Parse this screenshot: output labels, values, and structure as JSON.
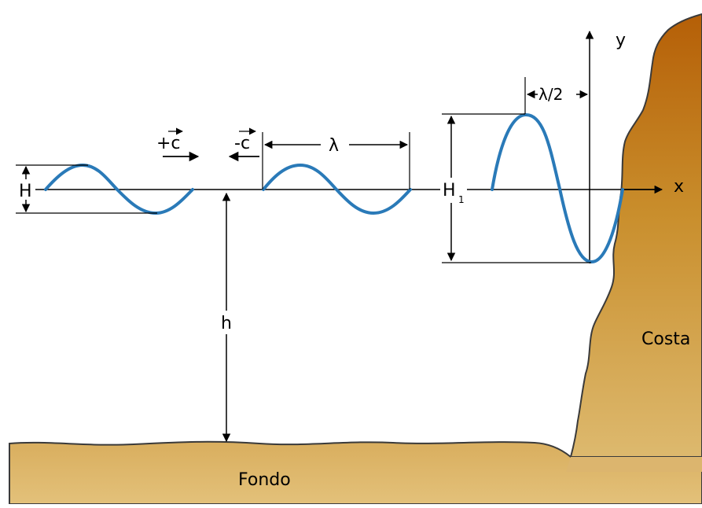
{
  "labels": {
    "H": "H",
    "H1": "H",
    "H1_sub": "1",
    "h": "h",
    "plus_c": "+c",
    "minus_c": "-c",
    "lambda": "λ",
    "half_lambda": "λ/2",
    "y_axis": "y",
    "x_axis": "x",
    "costa": "Costa",
    "fondo": "Fondo"
  },
  "colors": {
    "wave": "#2a7ab8",
    "line": "#000000",
    "seabed_light": "#e2bf77",
    "seabed_dark": "#c99a4a",
    "coast_top": "#b8640a",
    "coast_mid": "#c98a2a",
    "coast_bottom": "#dcb46c"
  }
}
